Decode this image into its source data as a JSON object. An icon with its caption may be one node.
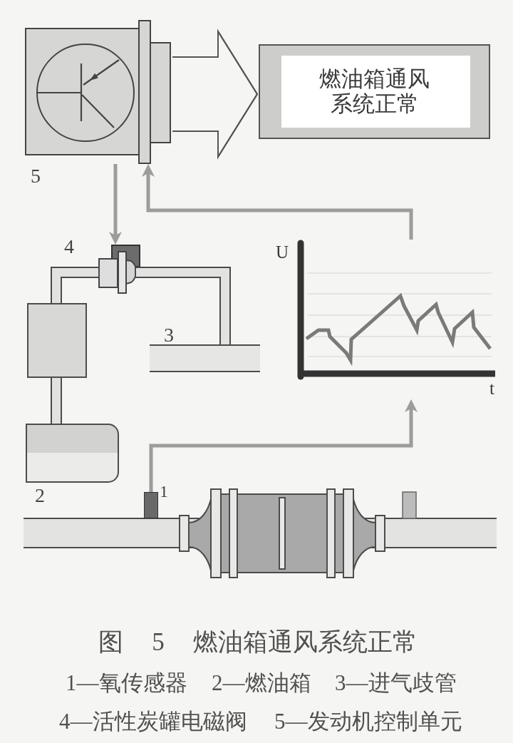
{
  "diagram": {
    "caption": "图 5 燃油箱通风系统正常",
    "nodes": [
      {
        "text": [],
        "shape": "picture",
        "beside": [
          "5"
        ]
      },
      {
        "text": [
          "燃油箱通风系统正常"
        ]
      },
      {
        "text": [],
        "shape": "picture",
        "beside": [
          "4"
        ]
      },
      {
        "text": [
          "U",
          "t"
        ]
      },
      {
        "text": [],
        "shape": "box"
      },
      {
        "text": [],
        "shape": "bar",
        "beside": [
          "3"
        ]
      },
      {
        "text": [],
        "shape": "box",
        "beside": [
          "2"
        ]
      },
      {
        "text": [],
        "shape": "box",
        "beside": [
          "1"
        ]
      }
    ],
    "edges": [
      {
        "from": 0,
        "to": 1,
        "arrow": "to",
        "color": "#555555"
      },
      {
        "from": 0,
        "to": 2,
        "arrow": "to"
      },
      {
        "from": 3,
        "to": 0,
        "arrow": "to"
      },
      {
        "from": 7,
        "to": 3,
        "arrow": "to"
      },
      {
        "from": 2,
        "to": 4,
        "arrow": "none",
        "style": "thick",
        "color": "#4c4c4c"
      },
      {
        "from": 2,
        "to": 5,
        "arrow": "none",
        "style": "thick",
        "color": "#4c4c4c"
      },
      {
        "from": 4,
        "to": 6,
        "arrow": "none",
        "style": "thick",
        "color": "#4c4c4c"
      }
    ],
    "labels": [
      "1—氧传感器",
      "2—燃油箱",
      "3—进气歧管",
      "4—活性炭罐电磁阀",
      "5—发动机控制单元"
    ]
  }
}
